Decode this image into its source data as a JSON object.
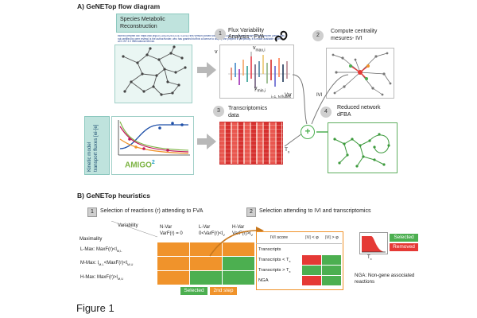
{
  "section_a": {
    "title": "A) GeNETop flow diagram",
    "reconstruction_label_1": "Species Metabolic",
    "reconstruction_label_2": "Reconstruction",
    "preprint_note": "bioRxiv preprint doi: https://doi.org/10.1101/2024.03.16.712013; this version posted March 18, 2024. The copyright holder for this preprint (which was not certified by peer review) is the author/funder, who has granted bioRxiv a license to display the preprint in perpetuity. It is made available under aCC-BY 4.0 International license.",
    "kinetic_label_1": "Kinetic model",
    "kinetic_label_2": "transport fluxes [ei-[e]",
    "amigo_text": "AMIGO",
    "amigo_sup": "2",
    "steps": [
      {
        "num": "1",
        "line1": "Flux Variability",
        "line2": "Analysis - FVA"
      },
      {
        "num": "2",
        "line1": "Compute centrality",
        "line2": "mesures- IVI"
      },
      {
        "num": "3",
        "line1": "Transcriptomics",
        "line2": "data"
      },
      {
        "num": "4",
        "line1": "Reduced network",
        "line2": "dFBA"
      }
    ],
    "fva": {
      "v": "v",
      "vmax": "v",
      "vmax_sub": "max,i",
      "vmin": "v",
      "vmin_sub": "min,i",
      "n_fluxes": "i=1, N fluxes"
    },
    "var_label": "Var",
    "ivi_label": "IVI",
    "tx_label": "T",
    "tx_sub": "x"
  },
  "section_b": {
    "title": "B) GeNETop heuristics",
    "step1": {
      "num": "1",
      "text": "Selection of reactions (r) attending to FVA"
    },
    "step2": {
      "num": "2",
      "text": "Selection attending to IVI and transcriptomics"
    },
    "fva_table": {
      "variability_label": "Variability",
      "maximality_label": "Maximality",
      "columns": [
        {
          "h1": "N-Var",
          "h2": "VarF(r) = 0"
        },
        {
          "h1": "L-Var",
          "h2": "0<VarF(r)<l",
          "h2_sub": "V"
        },
        {
          "h1": "H-Var",
          "h2": "VarF(r)>l",
          "h2_sub": "V"
        }
      ],
      "rows": [
        {
          "label": "L-Max:",
          "expr": "MaxF(r)<l",
          "sub": "M,L",
          "cells": [
            "orange",
            "orange",
            "orange"
          ]
        },
        {
          "label": "M-Max:",
          "expr": "l",
          "sub": "M,L",
          "expr2": "<MaxF(r)<l",
          "sub2": "M,U",
          "cells": [
            "orange",
            "orange",
            "green"
          ]
        },
        {
          "label": "H-Max:",
          "expr": "MaxF(r)>l",
          "sub": "M,U",
          "cells": [
            "orange",
            "green",
            "green"
          ]
        }
      ],
      "legend": [
        {
          "label": "Selected",
          "color": "#4caf50"
        },
        {
          "label": "2nd step",
          "color": "#f0932b"
        }
      ]
    },
    "ivi_table": {
      "header": [
        "IVI score",
        "|V| < φ",
        "|V| > φ"
      ],
      "rows": [
        {
          "label": "Transcripts",
          "cells": [
            "none",
            "none"
          ]
        },
        {
          "label": "Transcripts < T",
          "sub": "x",
          "cells": [
            "red",
            "green"
          ]
        },
        {
          "label": "Transcripts > T",
          "sub": "x",
          "cells": [
            "green",
            "green"
          ]
        },
        {
          "label": "NGA",
          "cells": [
            "red",
            "green"
          ]
        }
      ],
      "legend": [
        {
          "label": "Selected",
          "color": "#4caf50"
        },
        {
          "label": "Removed",
          "color": "#e53935"
        }
      ],
      "tx_label": "T",
      "tx_sub": "x",
      "nga_note_1": "NGA: Non-gene associated",
      "nga_note_2": "reactions"
    }
  },
  "caption": "Figure 1",
  "colors": {
    "green": "#4caf50",
    "orange": "#f0932b",
    "red": "#e53935",
    "teal": "#bfe3dd",
    "gray_arrow": "#b8b8b8"
  }
}
